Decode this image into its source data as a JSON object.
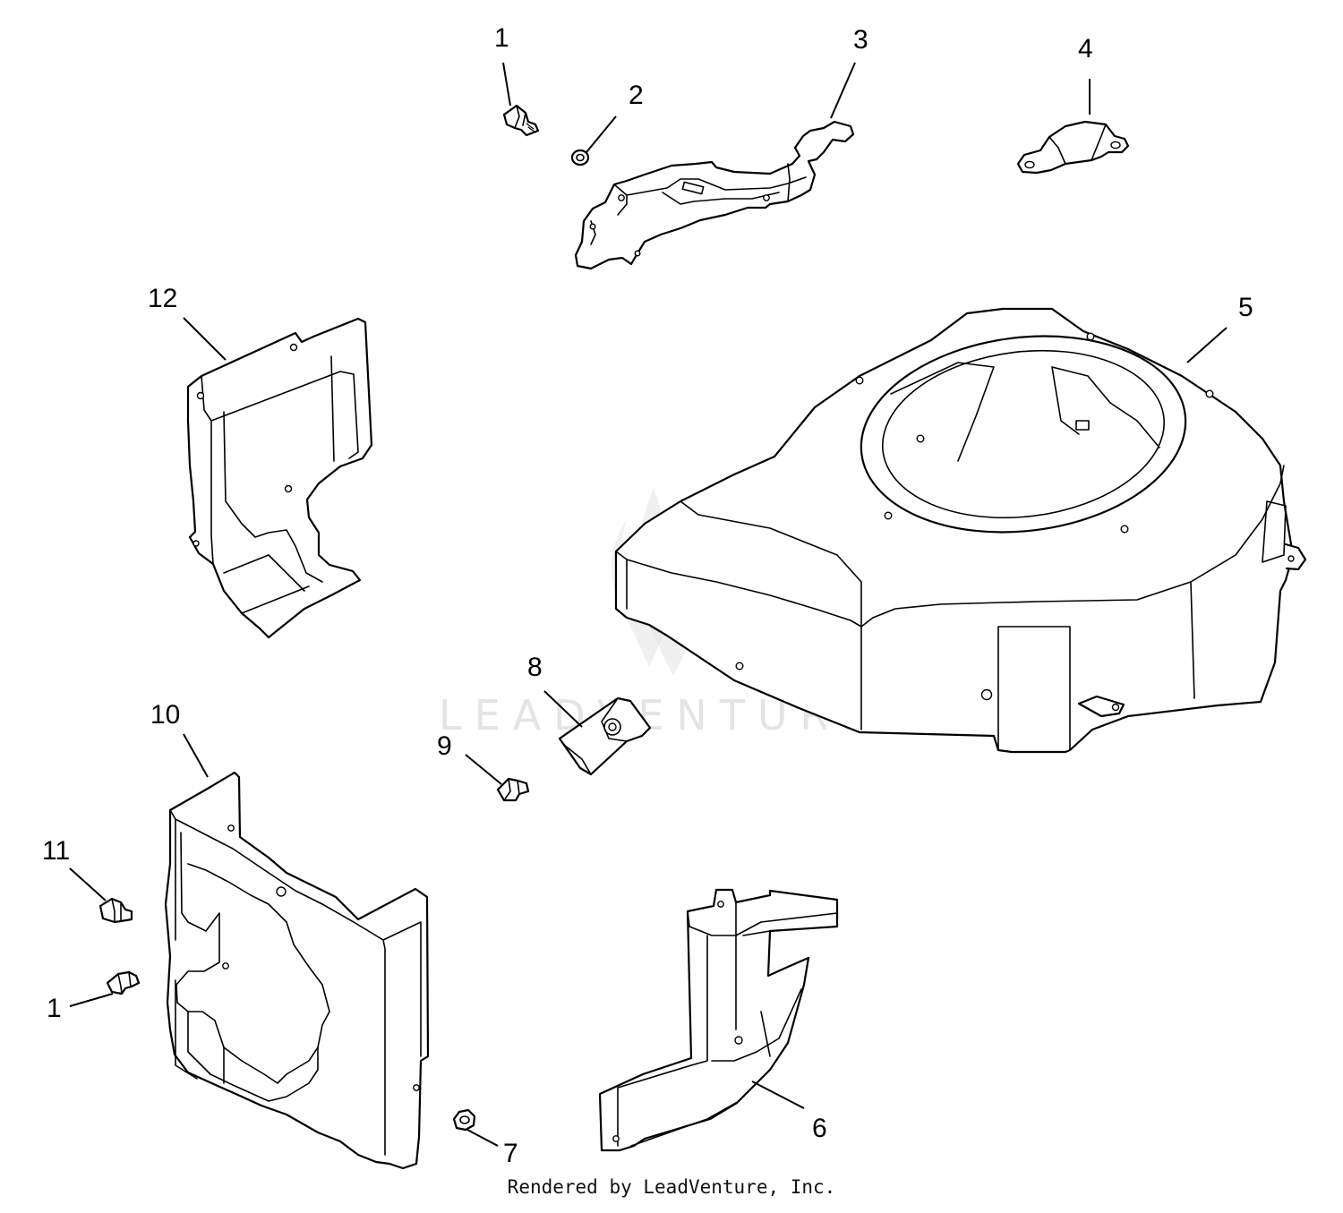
{
  "watermark": "LEADVENTURE",
  "credit": "Rendered by LeadVenture, Inc.",
  "callouts": {
    "c1_top": "1",
    "c2": "2",
    "c3": "3",
    "c4": "4",
    "c5": "5",
    "c6": "6",
    "c7": "7",
    "c8": "8",
    "c9": "9",
    "c10": "10",
    "c11": "11",
    "c1_left": "1",
    "c12": "12"
  }
}
